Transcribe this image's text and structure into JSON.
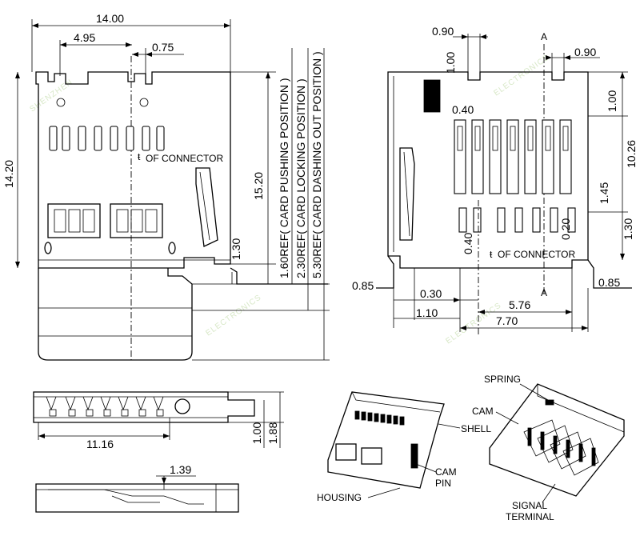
{
  "front_view": {
    "dims": {
      "overall_width": "14.00",
      "pitch_offset": "4.95",
      "pin_width": "0.75",
      "overall_height": "14.20",
      "depth_15": "15.20",
      "height_130": "1.30"
    },
    "connector_center_label": "OF CONNECTOR",
    "card_positions": [
      "1.60REF( CARD PUSHING POSITION )",
      "2.30REF( CARD LOCKING POSITION )",
      "5.30REF( CARD DASHING OUT POSITION )"
    ]
  },
  "pcb_layout": {
    "dims": {
      "top_090": "0.90",
      "top_100": "1.00",
      "right_090": "0.90",
      "right_100": "1.00",
      "right_1026": "10.26",
      "right_145": "1.45",
      "right_130": "1.30",
      "pad_040": "0.40",
      "left_040": "0.40",
      "small_020": "0.20",
      "left_085": "0.85",
      "right_085": "0.85",
      "bot_030": "0.30",
      "bot_576": "5.76",
      "bot_110": "1.10",
      "bot_770": "7.70"
    },
    "section_mark": "A",
    "connector_center_label": "OF CONNECTOR"
  },
  "side_view": {
    "dims": {
      "length": "11.16",
      "h_100": "1.00",
      "h_188": "1.88"
    }
  },
  "bottom_view": {
    "dims": {
      "thick": "1.39"
    }
  },
  "iso_labels": {
    "shell": "SHELL",
    "cam_pin": "CAM\nPIN",
    "cam_pin_l1": "CAM",
    "cam_pin_l2": "PIN",
    "housing": "HOUSING",
    "spring": "SPRING",
    "cam": "CAM",
    "signal_l1": "SIGNAL",
    "signal_l2": "TERMINAL"
  }
}
